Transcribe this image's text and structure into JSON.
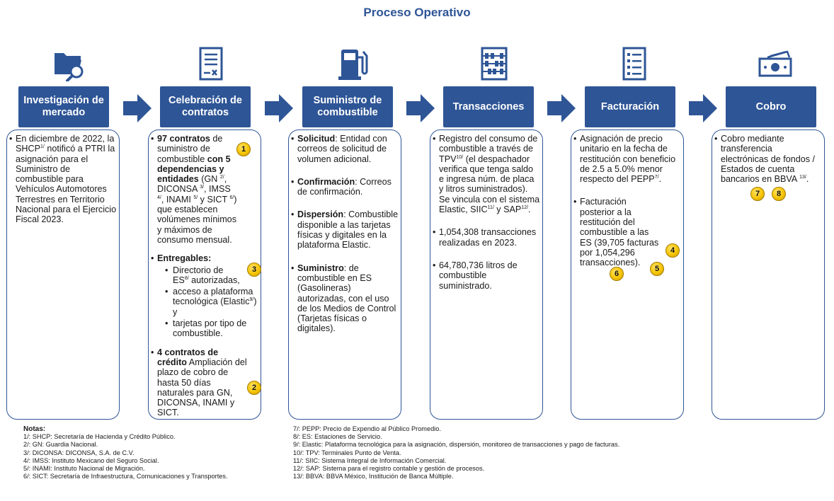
{
  "title": "Proceso Operativo",
  "colors": {
    "header_bg": "#2E5596",
    "border": "#2E5596",
    "badge": "#F5C400"
  },
  "stages": [
    {
      "label": "Investigación de mercado",
      "icon": "folder-search-icon"
    },
    {
      "label": "Celebración de contratos",
      "icon": "contract-document-icon"
    },
    {
      "label": "Suministro de combustible",
      "icon": "fuel-pump-icon"
    },
    {
      "label": "Transacciones",
      "icon": "abacus-icon"
    },
    {
      "label": "Facturación",
      "icon": "invoice-list-icon"
    },
    {
      "label": "Cobro",
      "icon": "cash-icon"
    }
  ],
  "boxes": {
    "b1": {
      "p1a": "En diciembre de 2022, la SHCP",
      "p1_sup": "1/",
      "p1b": " notificó a PTRI la asignación para el Suministro de combustible para Vehículos Automotores Terrestres en Territorio Nacional para el Ejercicio Fiscal 2023."
    },
    "b2": {
      "c_b1": "97 contratos",
      "c_t1": " de suministro de combustible ",
      "c_b2": "con 5 dependencias y entidades",
      "c_t2": " (GN ",
      "s2": "2/",
      "c_t3": ", DICONSA ",
      "s3": "3/",
      "c_t4": ", IMSS ",
      "s4": "4/",
      "c_t5": ", INAMI ",
      "s5": "5/",
      "c_t6": " y SICT ",
      "s6": "6/",
      "c_t7": ") que establecen volúmenes mínimos y máximos de consumo mensual.",
      "entregables": "Entregables",
      "e1a": "Directorio de ES",
      "e1_sup": "8/",
      "e1b": " autorizadas,",
      "e2a": "acceso a plataforma tecnológica (Elastic",
      "e2_sup": "9/",
      "e2b": ") y",
      "e3": "tarjetas por tipo de combustible.",
      "credito_b": "4 contratos de crédito",
      "credito_t": " Ampliación del plazo de cobro de hasta 50 días naturales para GN, DICONSA, INAMI y SICT."
    },
    "b3": {
      "s1b": "Solicitud",
      "s1t": ": Entidad con correos de solicitud de volumen adicional.",
      "s2b": "Confirmación",
      "s2t": ": Correos de confirmación.",
      "s3b": "Dispersión",
      "s3t": ": Combustible disponible a las tarjetas físicas y digitales en la plataforma Elastic.",
      "s4b": "Suministro",
      "s4t": ": de combustible en ES (Gasolineras) autorizadas, con el uso de los Medios de Control (Tarjetas físicas o digitales)."
    },
    "b4": {
      "t1a": "Registro del consumo de combustible a través de TPV",
      "t1_sup": "10/",
      "t1b": " (el despachador verifica que tenga saldo e ingresa núm. de placa y litros suministrados). Se vincula con el sistema Elastic, SIIC",
      "t1_sup2": "11/",
      "t1c": " y SAP",
      "t1_sup3": "12/",
      "t1d": ".",
      "t2": "1,054,308 transacciones realizadas en 2023.",
      "t3": "64,780,736 litros de combustible suministrado."
    },
    "b5": {
      "f1a": "Asignación de precio unitario en la fecha de restitución con beneficio de 2.5 a 5.0% menor respecto del PEPP",
      "f1_sup": "7/",
      "f1b": ".",
      "f2": "Facturación posterior a la restitución del combustible a las ES (39,705 facturas por 1,054,296 transacciones)."
    },
    "b6": {
      "c1a": "Cobro mediante transferencia electrónicas de fondos / Estados de cuenta bancarios en BBVA ",
      "c1_sup": "13/",
      "c1b": "."
    }
  },
  "badges": [
    "1",
    "3",
    "2",
    "4",
    "6",
    "5",
    "7",
    "8"
  ],
  "notes": {
    "heading": "Notas:",
    "left": [
      "1/: SHCP: Secretaría de Hacienda y Crédito Público.",
      "2/: GN: Guardia Nacional.",
      "3/: DICONSA: DICONSA, S.A. de C.V.",
      "4/: IMSS: Instituto  Mexicano del Seguro Social.",
      "5/: INAMI: Instituto  Nacional de Migración.",
      "6/: SICT: Secretaría de Infraestructura, Comunicaciones y Transportes."
    ],
    "right": [
      "7/: PEPP:  Precio de Expendio al Público Promedio.",
      "8/: ES: Estaciones de Servicio.",
      "9/: Elastic:  Plataforma tecnológica para la asignación, dispersión, monitoreo de transacciones y pago de facturas.",
      "10/: TPV: Terminales Punto de Venta.",
      "11/: SIIC: Sistema Integral de Información Comercial.",
      "12/: SAP: Sistema para el registro contable y gestión de procesos.",
      "13/: BBVA: BBVA México, Institución de Banca Múltiple."
    ]
  }
}
